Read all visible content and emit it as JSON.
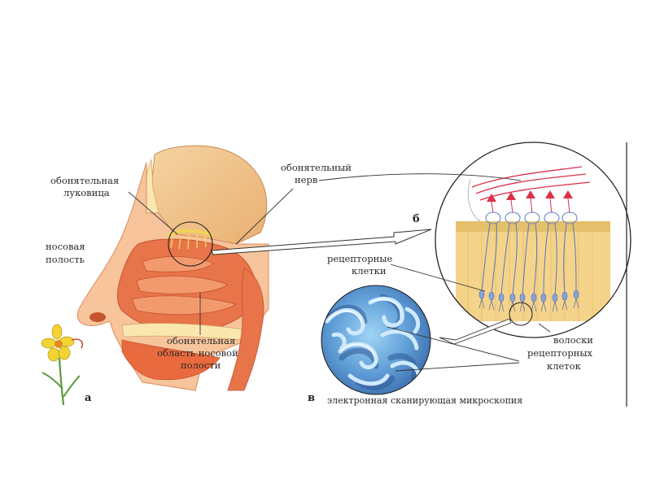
{
  "labels": {
    "bulb_line1": "обонятельная",
    "bulb_line2": "луковица",
    "nerve_line1": "обонятельный",
    "nerve_line2": "нерв",
    "cavity_line1": "носовая",
    "cavity_line2": "полость",
    "region_line1": "обонятельная",
    "region_line2": "область носовой",
    "region_line3": "полости",
    "receptor_line1": "рецепторные",
    "receptor_line2": "клетки",
    "hairs_line1": "волоски",
    "hairs_line2": "рецепторных",
    "hairs_line3": "клеток"
  },
  "panels": {
    "a": "а",
    "b": "б",
    "c": "в"
  },
  "caption": "электронная сканирующая микроскопия",
  "colors": {
    "skin": "#f6b98c",
    "tissue": "#e86a3e",
    "brain": "#f3c58d",
    "bone": "#fae7b0",
    "neuron_red": "#d9324a",
    "receptor_blue": "#6a86c8",
    "micro_blue": "#6fb0e0",
    "flower_yellow": "#f2d334"
  }
}
